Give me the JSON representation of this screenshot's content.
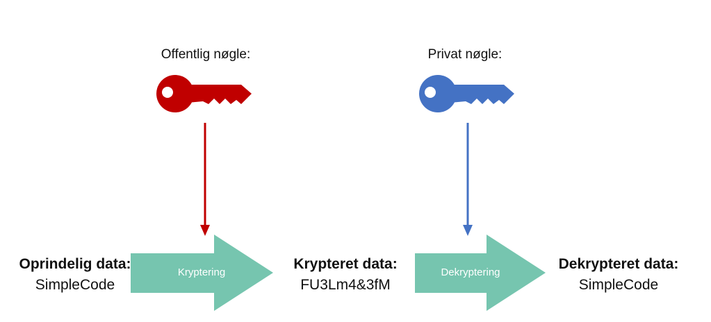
{
  "keys": {
    "public": {
      "label": "Offentlig nøgle:",
      "color": "#c00000"
    },
    "private": {
      "label": "Privat nøgle:",
      "color": "#4472c4"
    }
  },
  "steps": {
    "original": {
      "title": "Oprindelig data:",
      "value": "SimpleCode"
    },
    "encrypted": {
      "title": "Krypteret data:",
      "value": "FU3Lm4&3fM"
    },
    "decrypted": {
      "title": "Dekrypteret data:",
      "value": "SimpleCode"
    }
  },
  "arrows": {
    "encrypt": "Kryptering",
    "decrypt": "Dekryptering",
    "color": "#76c5af"
  }
}
